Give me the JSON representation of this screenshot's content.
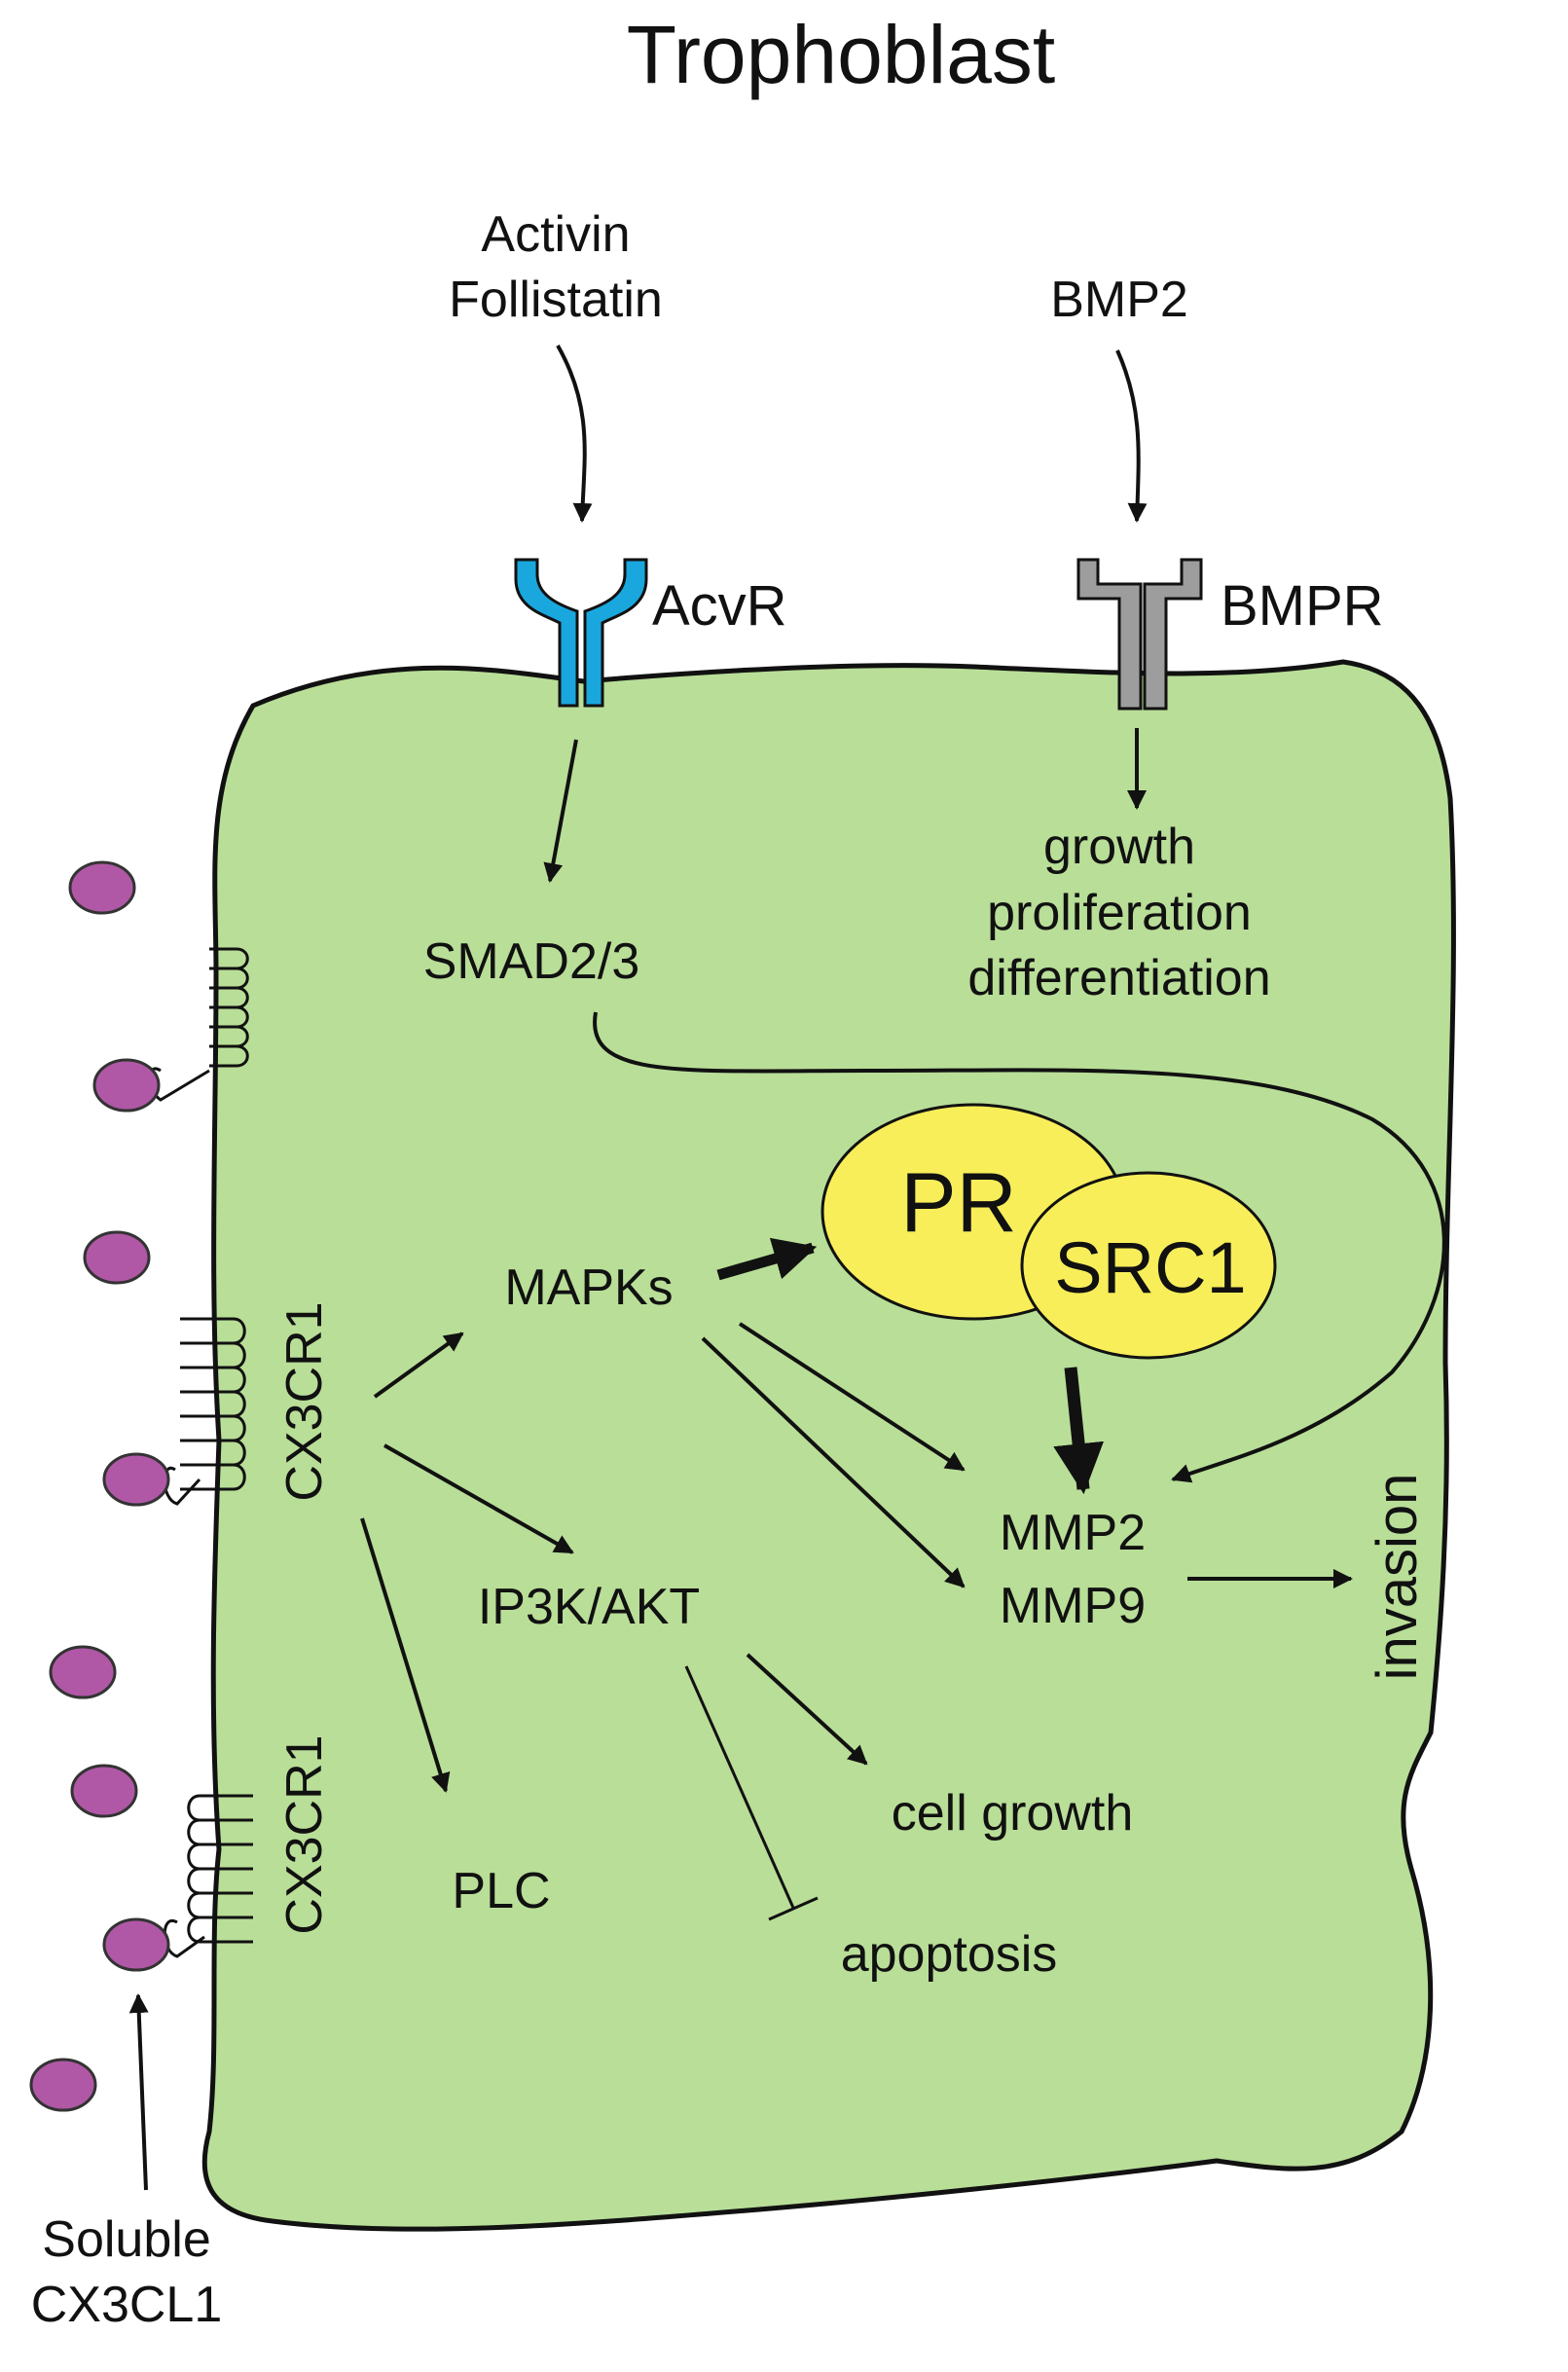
{
  "title": "Trophoblast",
  "ligands": {
    "activin": "Activin",
    "follistatin": "Follistatin",
    "bmp2": "BMP2",
    "soluble": "Soluble",
    "cx3cl1": "CX3CL1"
  },
  "receptors": {
    "acvr": "AcvR",
    "bmpr": "BMPR",
    "cx3cr1_upper": "CX3CR1",
    "cx3cr1_lower": "CX3CR1"
  },
  "nodes": {
    "smad": "SMAD2/3",
    "growth": "growth",
    "proliferation": "proliferation",
    "differentiation": "differentiation",
    "pr": "PR",
    "src1": "SRC1",
    "mapks": "MAPKs",
    "mmp2": "MMP2",
    "mmp9": "MMP9",
    "invasion": "invasion",
    "ip3k": "IP3K/AKT",
    "cell_growth": "cell growth",
    "plc": "PLC",
    "apoptosis": "apoptosis"
  },
  "colors": {
    "cell_fill": "#b9de98",
    "acvr": "#1aa7dd",
    "bmpr": "#9d9d9d",
    "complex": "#f7ee5a",
    "ligand_dot": "#b058a6"
  }
}
